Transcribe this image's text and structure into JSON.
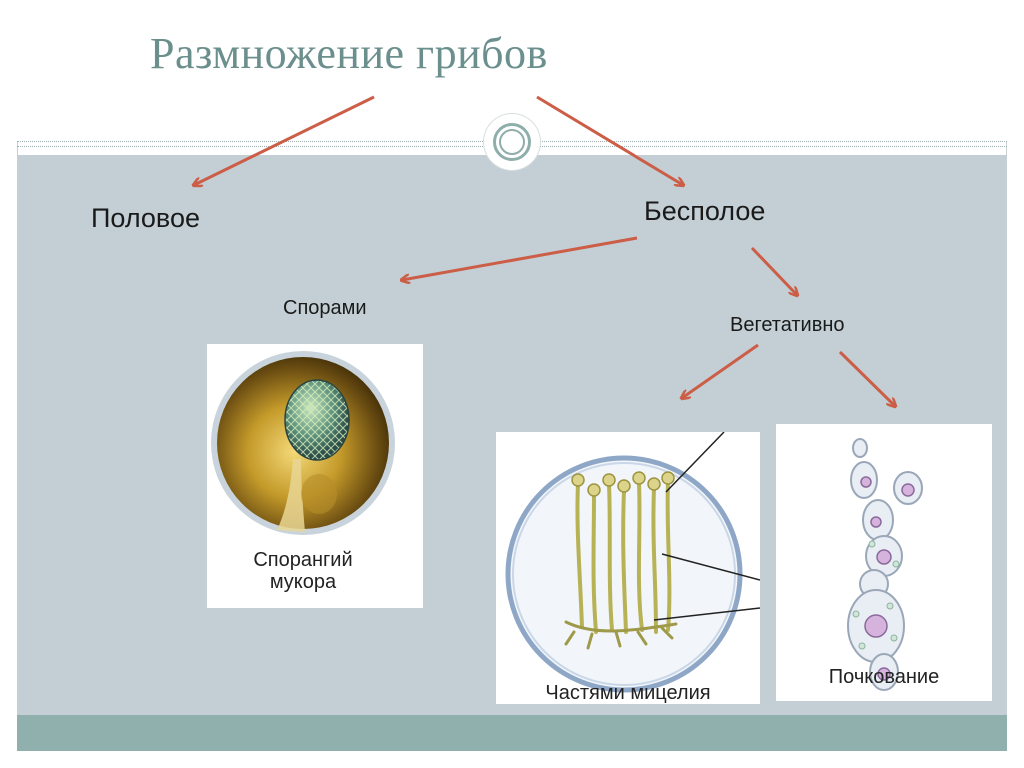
{
  "title": "Размножение грибов",
  "nodes": {
    "sexual": "Половое",
    "asexual": "Бесполое",
    "spores": "Спорами",
    "vegetative": "Вегетативно"
  },
  "images": {
    "sporangium": {
      "caption": "Спорангий мукора"
    },
    "mycelium": {
      "caption": "Частями мицелия"
    },
    "budding": {
      "caption": "Почкование"
    }
  },
  "colors": {
    "arrow": "#cc5e47",
    "title": "#6b8f8d",
    "band": "#c3cfd5",
    "footer": "#8fb0ad"
  }
}
